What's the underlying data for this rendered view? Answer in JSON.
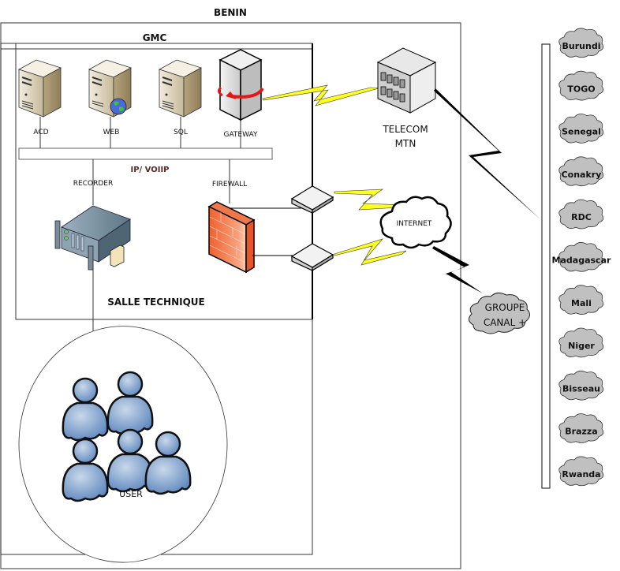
{
  "zones": {
    "outer": "BENIN",
    "gmc": "GMC",
    "salle": "SALLE TECHNIQUE",
    "network": "IP/  VOIIP"
  },
  "servers": [
    {
      "id": "acd",
      "label": "ACD"
    },
    {
      "id": "web",
      "label": "WEB"
    },
    {
      "id": "sql",
      "label": "SQL"
    },
    {
      "id": "gateway",
      "label": "GATEWAY"
    }
  ],
  "devices": {
    "recorder": "RECORDER",
    "firewall": "FIREWALL"
  },
  "telecom": {
    "line1": "TELECOM",
    "line2": "MTN"
  },
  "internet": "INTERNET",
  "groupe": {
    "line1": "GROUPE",
    "line2": "CANAL +"
  },
  "users": "USER",
  "countries": [
    "Burundi",
    "TOGO",
    "Senegal",
    "Conakry",
    "RDC",
    "Madagascar",
    "Mali",
    "Niger",
    "Bisseau",
    "Brazza",
    "Rwanda"
  ],
  "colors": {
    "network_bar": "#ffffff",
    "network_text": "#5a2a2a",
    "lightning_yellow": "#ffff1a",
    "cloud_grey": "#c0c0c0",
    "firewall": "#f26b3a",
    "users": "#7ea2cf",
    "server": "#d9cfb8"
  }
}
